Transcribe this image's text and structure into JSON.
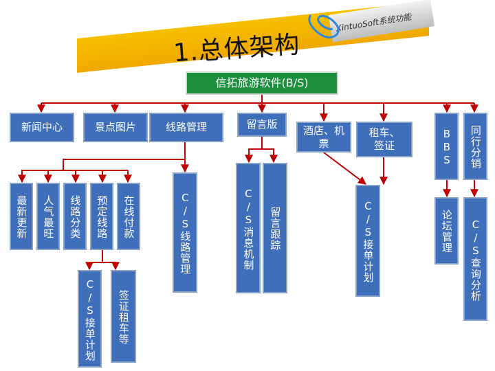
{
  "header": {
    "title": "1.总体架构",
    "tag": "XintuoSoft系统功能"
  },
  "colors": {
    "line": "#c00000",
    "box": "#3f6fbb",
    "root": "#1c8f3c",
    "banner": "#f2b200"
  },
  "diagram": {
    "root": "信拓旅游软件(B/S)",
    "level1": {
      "news": "新闻中心",
      "photos": "景点图片",
      "routes": "线路管理",
      "guestbook": "留言版",
      "hotel": "酒店、机票",
      "car": "租车、签证",
      "bbs": "BBS",
      "peer": "同行分销"
    },
    "routes_children": {
      "latest": "最新更新",
      "popular": "人气最旺",
      "category": "线路分类",
      "book": "预定线路",
      "pay": "在线付款"
    },
    "book_children": {
      "cs_plan": "C/S接单计划",
      "visa": "签证租车等"
    },
    "cs_routes": "C/S线路管理",
    "guest_children": {
      "cs_msg": "C/S消息机制",
      "track": "留言跟踪"
    },
    "cs_order": "C/S接单计划",
    "forum": "论坛管理",
    "cs_query": "C/S查询分析"
  }
}
